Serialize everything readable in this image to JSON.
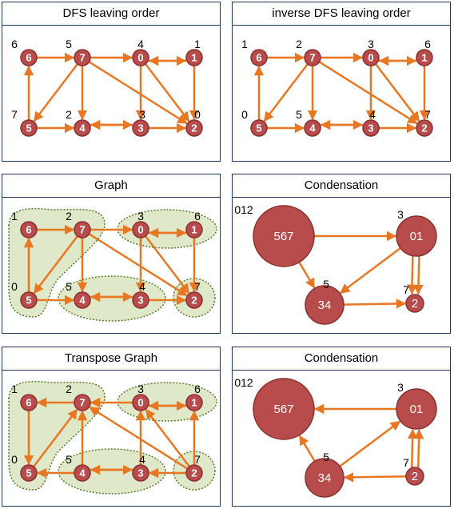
{
  "colors": {
    "node_fill": "#b84c4c",
    "node_stroke": "#8b2f2f",
    "edge": "#e87722",
    "region_fill": "#dfe8c8",
    "region_stroke": "#5a7a2a",
    "frame": "#1f3a5f"
  },
  "panels": [
    {
      "title": "DFS leaving order",
      "nodes": [
        {
          "id": "6",
          "order": "6"
        },
        {
          "id": "7",
          "order": "5"
        },
        {
          "id": "0",
          "order": "4"
        },
        {
          "id": "1",
          "order": "1"
        },
        {
          "id": "5",
          "order": "7"
        },
        {
          "id": "4",
          "order": "2"
        },
        {
          "id": "3",
          "order": "3"
        },
        {
          "id": "2",
          "order": "0"
        }
      ]
    },
    {
      "title": "inverse DFS leaving order",
      "nodes": [
        {
          "id": "6",
          "order": "1"
        },
        {
          "id": "7",
          "order": "2"
        },
        {
          "id": "0",
          "order": "3"
        },
        {
          "id": "1",
          "order": "6"
        },
        {
          "id": "5",
          "order": "0"
        },
        {
          "id": "4",
          "order": "5"
        },
        {
          "id": "3",
          "order": "4"
        },
        {
          "id": "2",
          "order": "7"
        }
      ]
    },
    {
      "title": "Graph",
      "nodes": [
        {
          "id": "6",
          "order": "1"
        },
        {
          "id": "7",
          "order": "2"
        },
        {
          "id": "0",
          "order": "3"
        },
        {
          "id": "1",
          "order": "6"
        },
        {
          "id": "5",
          "order": "0"
        },
        {
          "id": "4",
          "order": "5"
        },
        {
          "id": "3",
          "order": "4"
        },
        {
          "id": "2",
          "order": "7"
        }
      ]
    },
    {
      "title": "Condensation",
      "nodes": [
        {
          "label": "567",
          "order": "012"
        },
        {
          "label": "01",
          "order": "3"
        },
        {
          "label": "34",
          "order": "5"
        },
        {
          "label": "2",
          "order": "7"
        }
      ]
    },
    {
      "title": "Transpose Graph",
      "nodes": [
        {
          "id": "6",
          "order": "1"
        },
        {
          "id": "7",
          "order": "2"
        },
        {
          "id": "0",
          "order": "3"
        },
        {
          "id": "1",
          "order": "6"
        },
        {
          "id": "5",
          "order": "0"
        },
        {
          "id": "4",
          "order": "5"
        },
        {
          "id": "3",
          "order": "4"
        },
        {
          "id": "2",
          "order": "7"
        }
      ]
    },
    {
      "title": "Condensation",
      "nodes": [
        {
          "label": "567",
          "order": "012"
        },
        {
          "label": "01",
          "order": "3"
        },
        {
          "label": "34",
          "order": "5"
        },
        {
          "label": "2",
          "order": "7"
        }
      ]
    }
  ]
}
